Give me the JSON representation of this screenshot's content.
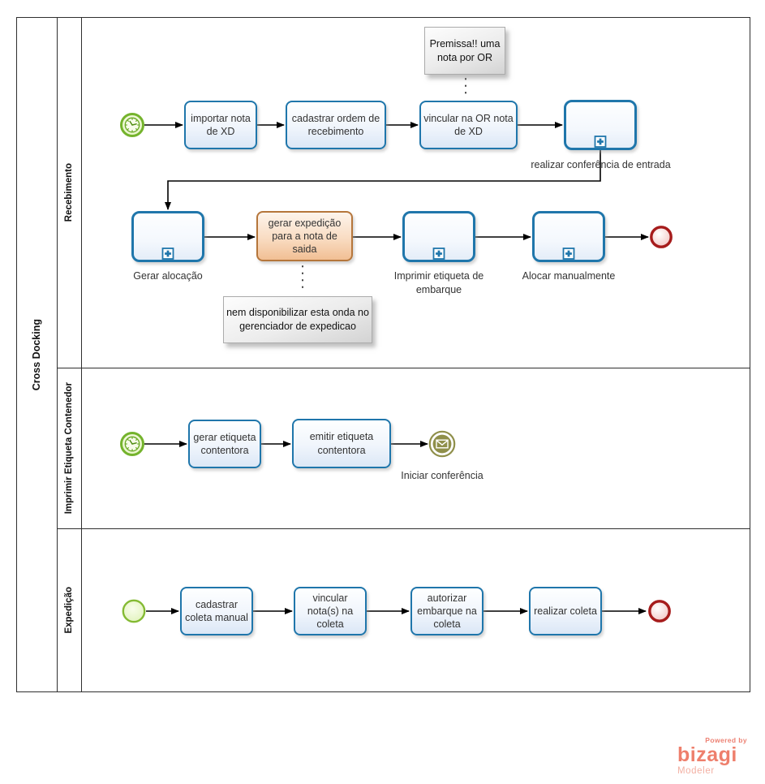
{
  "pool": {
    "title": "Cross Docking"
  },
  "lanes": {
    "recebimento": {
      "label": "Recebimento"
    },
    "imprimir_etiqueta": {
      "label": "Imprimir Etiqueta Contenedor"
    },
    "expedicao": {
      "label": "Expedição"
    }
  },
  "nodes": {
    "importar_nota": "importar nota de XD",
    "cadastrar_ordem": "cadastrar ordem de recebimento",
    "vincular_or": "vincular na OR nota de XD",
    "realizar_conferencia": "realizar conferência de entrada",
    "gerar_alocacao": "Gerar alocação",
    "gerar_expedicao": "gerar expedição para a nota de saida",
    "imprimir_etiqueta_embarque": "Imprimir etiqueta de embarque",
    "alocar_manualmente": "Alocar manualmente",
    "gerar_etiqueta": "gerar etiqueta contentora",
    "emitir_etiqueta": "emitir etiqueta contentora",
    "iniciar_conferencia": "Iniciar conferência",
    "cadastrar_coleta": "cadastrar coleta manual",
    "vincular_notas": "vincular nota(s) na coleta",
    "autorizar_embarque": "autorizar embarque na coleta",
    "realizar_coleta": "realizar coleta"
  },
  "annotations": {
    "premissa": "Premissa!! uma nota por OR",
    "nem_disponibilizar": "nem disponibilizar esta onda no gerenciador de expedicao"
  },
  "branding": {
    "powered_by": "Powered by",
    "brand": "bizagi",
    "product": "Modeler"
  },
  "colors": {
    "task_border": "#1f76ab",
    "orange_border": "#b5763b",
    "event_green": "#76b82a",
    "event_red": "#a61c1c",
    "event_olive": "#8f8f4a",
    "brand_coral": "#ee7f6c"
  }
}
